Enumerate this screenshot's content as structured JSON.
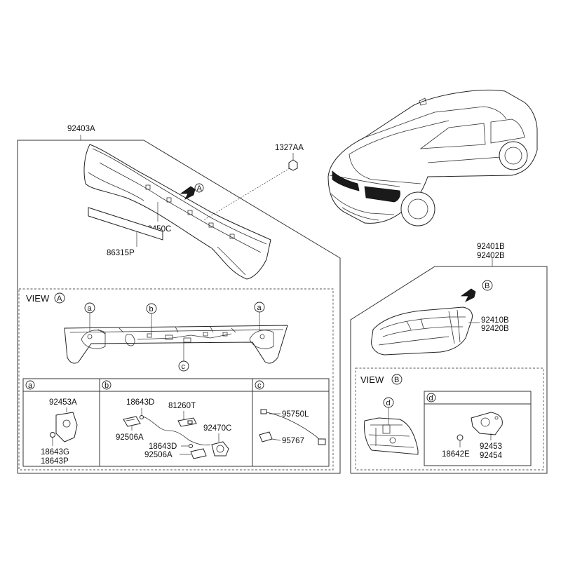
{
  "labels": {
    "p92403A": "92403A",
    "p1327AA": "1327AA",
    "p92450C": "92450C",
    "p86315P": "86315P",
    "p92401B": "92401B",
    "p92402B": "92402B",
    "p92410B": "92410B",
    "p92420B": "92420B",
    "p92453A": "92453A",
    "p18643G": "18643G",
    "p18643P": "18643P",
    "p18643D_1": "18643D",
    "p81260T": "81260T",
    "p92470C": "92470C",
    "p92506A_1": "92506A",
    "p18643D_2": "18643D",
    "p92506A_2": "92506A",
    "p95750L": "95750L",
    "p95767": "95767",
    "p18642E": "18642E",
    "p92453": "92453",
    "p92454": "92454"
  },
  "views": {
    "viewA_text": "VIEW",
    "viewA_letter": "A",
    "viewB_text": "VIEW",
    "viewB_letter": "B"
  },
  "callouts": {
    "arrowA": "A",
    "arrowB": "B",
    "a1": "a",
    "a2": "a",
    "b": "b",
    "c": "c",
    "d": "d"
  },
  "sections": {
    "a": "a",
    "b": "b",
    "c": "c",
    "d": "d"
  }
}
